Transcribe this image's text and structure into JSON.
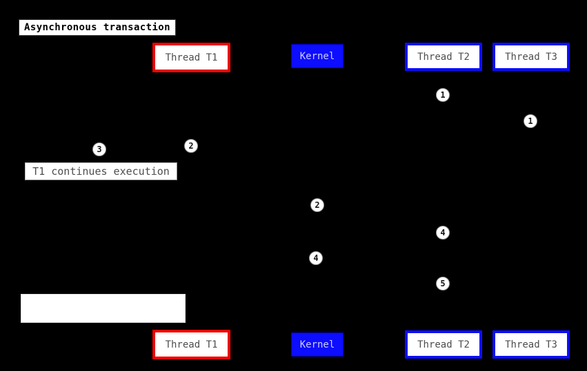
{
  "diagram": {
    "type": "sequence-diagram",
    "title": "Asynchronous transaction"
  },
  "colors": {
    "background": "#000000",
    "box_fill": "#ffffff",
    "t1_border_red": "#f40000",
    "thread_border_blue": "#0d0dff",
    "kernel_fill_blue": "#0d0dff",
    "kernel_text": "#ccccff",
    "participant_text": "#4d4d4d",
    "title_text": "#000000",
    "marker_fill": "#ffffff",
    "marker_text": "#151515"
  },
  "participants": {
    "top": [
      {
        "label": "Thread T1"
      },
      {
        "label": "Kernel"
      },
      {
        "label": "Thread T2"
      },
      {
        "label": "Thread T3"
      }
    ],
    "bottom": [
      {
        "label": "Thread T1"
      },
      {
        "label": "Kernel"
      },
      {
        "label": "Thread T2"
      },
      {
        "label": "Thread T3"
      }
    ]
  },
  "notes": {
    "t1_continues": "T1 continues execution",
    "blank": ""
  },
  "sequence_markers": [
    {
      "num": "1"
    },
    {
      "num": "1"
    },
    {
      "num": "2"
    },
    {
      "num": "3"
    },
    {
      "num": "2"
    },
    {
      "num": "4"
    },
    {
      "num": "4"
    },
    {
      "num": "5"
    }
  ]
}
